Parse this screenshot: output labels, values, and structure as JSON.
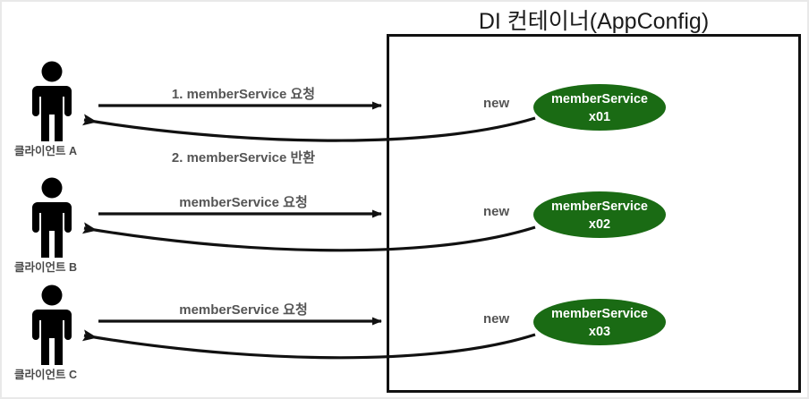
{
  "diagram": {
    "title": "DI 컨테이너(AppConfig)",
    "container": {
      "label": "DI 컨테이너(AppConfig)",
      "border_color": "#111111"
    },
    "colors": {
      "bean_fill": "#1a6b14",
      "bean_text": "#ffffff",
      "arrow": "#111111",
      "label_text": "#555555",
      "client_label_text": "#4a4a4a",
      "frame_border": "#e9e9e9"
    },
    "clients": [
      {
        "id": "client-a",
        "label": "클라이언트 A",
        "icon": "person-icon"
      },
      {
        "id": "client-b",
        "label": "클라이언트 B",
        "icon": "person-icon"
      },
      {
        "id": "client-c",
        "label": "클라이언트 C",
        "icon": "person-icon"
      }
    ],
    "flows": [
      {
        "request_label": "1. memberService 요청",
        "return_label": "2. memberService 반환",
        "new_label": "new"
      },
      {
        "request_label": "memberService 요청",
        "return_label": "",
        "new_label": "new"
      },
      {
        "request_label": "memberService 요청",
        "return_label": "",
        "new_label": "new"
      }
    ],
    "beans": [
      {
        "id": "bean-x01",
        "line1": "memberService",
        "line2": "x01"
      },
      {
        "id": "bean-x02",
        "line1": "memberService",
        "line2": "x02"
      },
      {
        "id": "bean-x03",
        "line1": "memberService",
        "line2": "x03"
      }
    ]
  }
}
